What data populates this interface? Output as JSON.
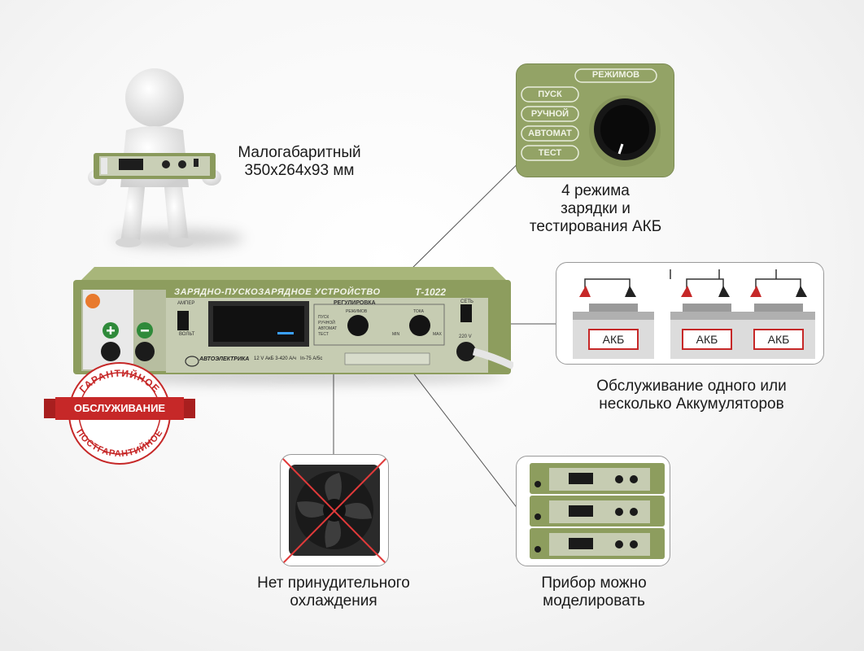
{
  "captions": {
    "compact_line1": "Малогабаритный",
    "compact_line2": "350х264х93 мм",
    "modes_line1": "4 режима",
    "modes_line2": "зарядки и",
    "modes_line3": "тестирования АКБ",
    "batteries_line1": "Обслуживание одного или",
    "batteries_line2": "несколько Аккумуляторов",
    "cooling_line1": "Нет принудительного",
    "cooling_line2": "охлаждения",
    "stack_line1": "Прибор можно",
    "stack_line2": "моделировать"
  },
  "device": {
    "title": "ЗАРЯДНО-ПУСКОЗАРЯДНОЕ УСТРОЙСТВО",
    "model": "Т-1022",
    "brand": "АВТОЭЛЕКТРИКА",
    "section_regulation": "РЕГУЛИРОВКА",
    "label_modes": "РЕЖИМОВ",
    "label_current": "ТОКА",
    "label_ampere": "АМПЕР",
    "label_volt": "ВОЛЬТ",
    "label_network": "СЕТЬ",
    "label_220": "220 V",
    "spec_line": "12 V АкБ 3-420 А/ч   In-75 А/5с",
    "min_label": "MIN",
    "max_label": "MAX",
    "mode_items": [
      "ПУСК",
      "РУЧНОЙ",
      "АВТОМАТ",
      "ТЕСТ"
    ],
    "colors": {
      "body": "#9aaa6c",
      "front": "#c9cfb6",
      "dark": "#4a5a2a"
    }
  },
  "modes_closeup": {
    "header": "РЕЖИМОВ",
    "items": [
      "ПУСК",
      "РУЧНОЙ",
      "АВТОМАТ",
      "ТЕСТ"
    ]
  },
  "battery_label": "АКБ",
  "stamp": {
    "top_arc": "ГАРАНТИЙНОЕ",
    "ribbon": "ОБСЛУЖИВАНИЕ",
    "bottom_arc": "ПОСТГАРАНТИЙНОЕ",
    "color": "#c62828"
  }
}
